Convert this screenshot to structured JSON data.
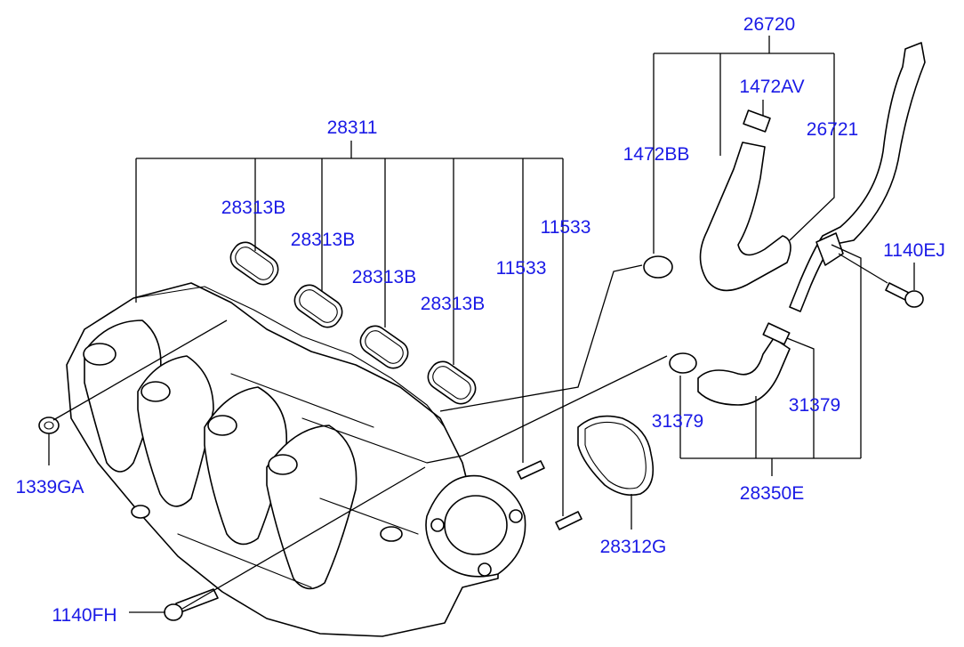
{
  "diagram": {
    "labels": {
      "p26720": "26720",
      "p1472AV": "1472AV",
      "p26721": "26721",
      "p1472BB": "1472BB",
      "p28311": "28311",
      "p28313B_1": "28313B",
      "p28313B_2": "28313B",
      "p28313B_3": "28313B",
      "p28313B_4": "28313B",
      "p11533_1": "11533",
      "p11533_2": "11533",
      "p1140EJ": "1140EJ",
      "p31379_1": "31379",
      "p31379_2": "31379",
      "p1339GA": "1339GA",
      "p28350E": "28350E",
      "p28312G": "28312G",
      "p1140FH": "1140FH"
    },
    "colors": {
      "label": "#1a1ae6",
      "line": "#000000",
      "background": "#ffffff"
    }
  }
}
